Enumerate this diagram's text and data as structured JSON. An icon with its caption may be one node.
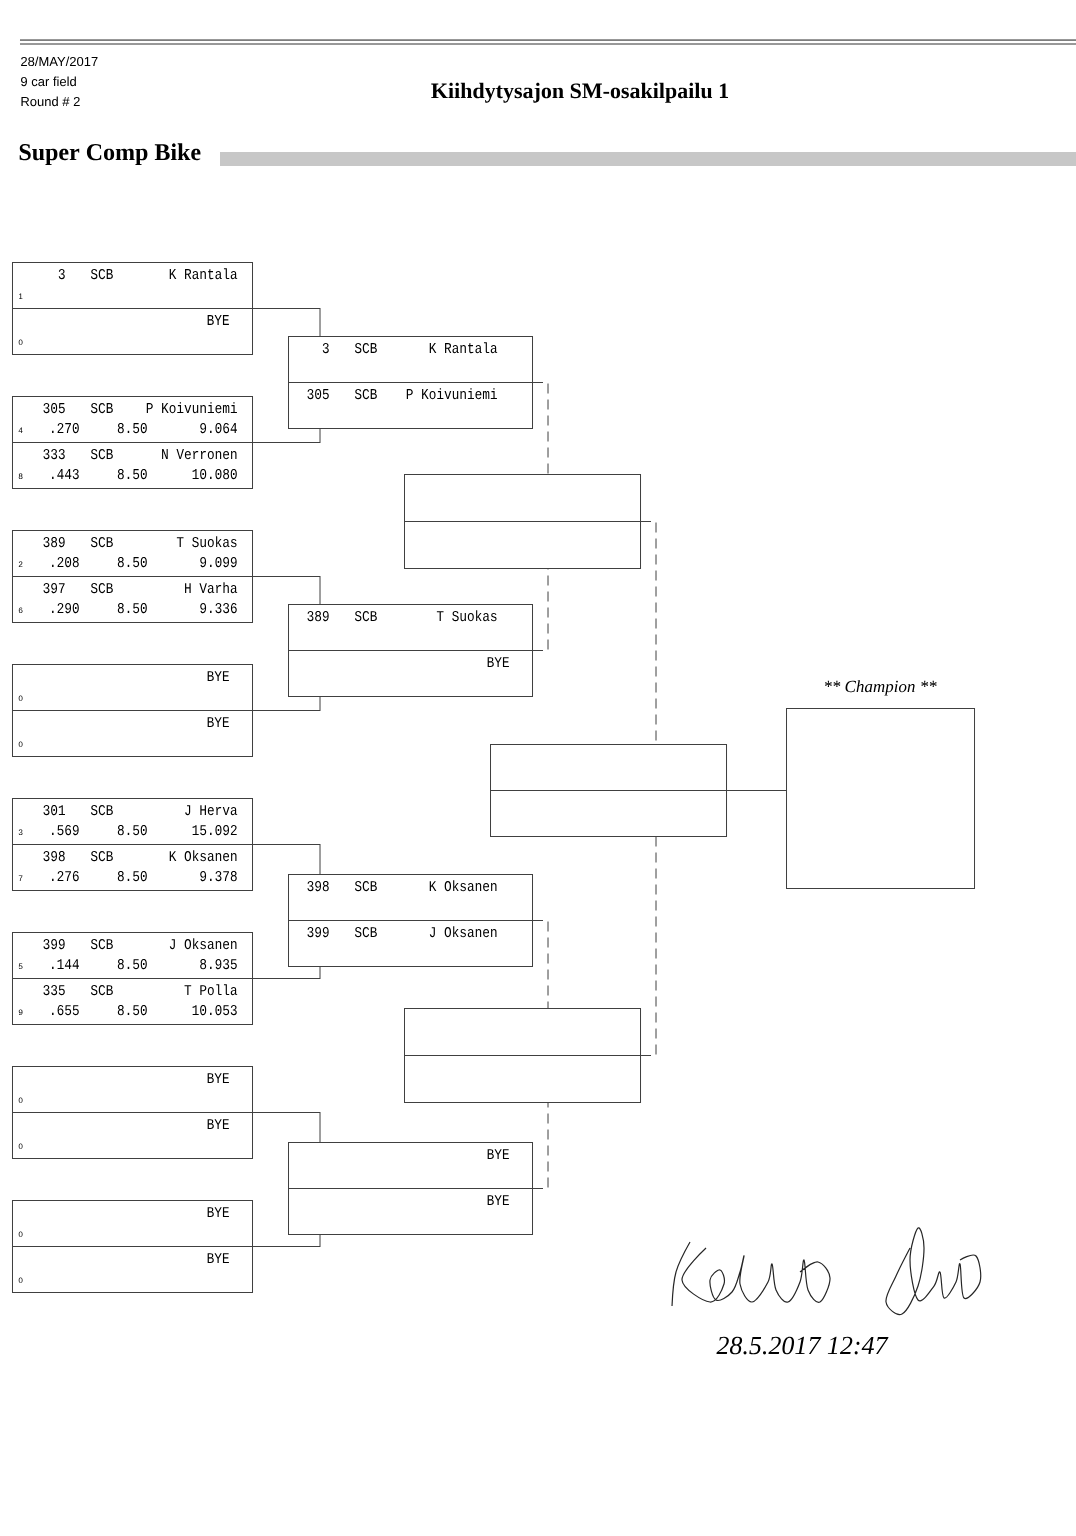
{
  "diagram": {
    "title": "Kiihdytysajon SM-osakilpailu 1",
    "nodes": [
      {
        "text": [],
        "shape": "box"
      },
      {
        "text": [
          "3",
          "SCB",
          "K Rantala",
          "1"
        ],
        "in": 0
      },
      {
        "text": [
          "BYE",
          "0"
        ],
        "in": 0
      },
      {
        "text": [],
        "shape": "box"
      },
      {
        "text": [
          "305",
          "SCB",
          "P Koivuniemi",
          "4",
          ".270",
          "8.50",
          "9.064"
        ],
        "in": 3
      },
      {
        "text": [
          "333",
          "SCB",
          "N Verronen",
          "8",
          ".443",
          "8.50",
          "10.080"
        ],
        "in": 3
      },
      {
        "text": [],
        "shape": "box"
      },
      {
        "text": [
          "389",
          "SCB",
          "T Suokas",
          "2",
          ".208",
          "8.50",
          "9.099"
        ],
        "in": 6
      },
      {
        "text": [
          "397",
          "SCB",
          "H Varha",
          "6",
          ".290",
          "8.50",
          "9.336"
        ],
        "in": 6
      },
      {
        "text": [],
        "shape": "box"
      },
      {
        "text": [
          "BYE",
          "0"
        ],
        "in": 9
      },
      {
        "text": [
          "BYE",
          "0"
        ],
        "in": 9
      },
      {
        "text": [],
        "shape": "box"
      },
      {
        "text": [
          "301",
          "SCB",
          "J Herva",
          "3",
          ".569",
          "8.50",
          "15.092"
        ],
        "in": 12
      },
      {
        "text": [
          "398",
          "SCB",
          "K Oksanen",
          "7",
          ".276",
          "8.50",
          "9.378"
        ],
        "in": 12
      },
      {
        "text": [],
        "shape": "box"
      },
      {
        "text": [
          "399",
          "SCB",
          "J Oksanen",
          "5",
          ".144",
          "8.50",
          "8.935"
        ],
        "in": 15
      },
      {
        "text": [
          "335",
          "SCB",
          "T Polla",
          "9",
          ".655",
          "8.50",
          "10.053"
        ],
        "in": 15
      },
      {
        "text": [],
        "shape": "box"
      },
      {
        "text": [
          "BYE",
          "0"
        ],
        "in": 18
      },
      {
        "text": [
          "BYE",
          "0"
        ],
        "in": 18
      },
      {
        "text": [],
        "shape": "box"
      },
      {
        "text": [
          "BYE",
          "0"
        ],
        "in": 21
      },
      {
        "text": [
          "BYE",
          "0"
        ],
        "in": 21
      },
      {
        "text": [],
        "shape": "box"
      },
      {
        "text": [
          "3",
          "SCB",
          "K Rantala"
        ],
        "in": 24
      },
      {
        "text": [
          "305",
          "SCB",
          "P Koivuniemi"
        ],
        "in": 24
      },
      {
        "text": [],
        "shape": "box"
      },
      {
        "text": [
          "389",
          "SCB",
          "T Suokas"
        ],
        "in": 27
      },
      {
        "text": [
          "BYE"
        ],
        "in": 27
      },
      {
        "text": [],
        "shape": "box"
      },
      {
        "text": [
          "398",
          "SCB",
          "K Oksanen"
        ],
        "in": 30
      },
      {
        "text": [
          "399",
          "SCB",
          "J Oksanen"
        ],
        "in": 30
      },
      {
        "text": [],
        "shape": "box"
      },
      {
        "text": [
          "BYE"
        ],
        "in": 33
      },
      {
        "text": [
          "BYE"
        ],
        "in": 33
      },
      {
        "text": [],
        "shape": "box"
      },
      {
        "text": [],
        "shape": "box",
        "in": 36
      },
      {
        "text": [],
        "shape": "box",
        "in": 36
      },
      {
        "text": [],
        "shape": "box"
      },
      {
        "text": [],
        "shape": "box",
        "in": 39
      },
      {
        "text": [],
        "shape": "box",
        "in": 39
      },
      {
        "text": [],
        "shape": "box"
      },
      {
        "text": [],
        "shape": "box",
        "in": 42
      },
      {
        "text": [],
        "shape": "box",
        "in": 42
      },
      {
        "text": [
          "** Champion **"
        ]
      }
    ],
    "edges": [
      {
        "from": 0,
        "to": 24,
        "arrow": "none"
      },
      {
        "from": 3,
        "to": 24,
        "arrow": "none"
      },
      {
        "from": 6,
        "to": 27,
        "arrow": "none"
      },
      {
        "from": 9,
        "to": 27,
        "arrow": "none"
      },
      {
        "from": 12,
        "to": 30,
        "arrow": "none"
      },
      {
        "from": 15,
        "to": 30,
        "arrow": "none"
      },
      {
        "from": 18,
        "to": 33,
        "arrow": "none"
      },
      {
        "from": 21,
        "to": 33,
        "arrow": "none"
      },
      {
        "from": 24,
        "to": 36,
        "arrow": "none",
        "style": "dashed"
      },
      {
        "from": 27,
        "to": 36,
        "arrow": "none",
        "style": "dashed"
      },
      {
        "from": 30,
        "to": 39,
        "arrow": "none",
        "style": "dashed"
      },
      {
        "from": 33,
        "to": 39,
        "arrow": "none",
        "style": "dashed"
      },
      {
        "from": 36,
        "to": 42,
        "arrow": "none",
        "style": "dashed"
      },
      {
        "from": 39,
        "to": 42,
        "arrow": "none",
        "style": "dashed"
      },
      {
        "from": 42,
        "to": 45,
        "arrow": "none"
      }
    ],
    "labels": [
      "28/MAY/2017",
      "9 car field",
      "Round # 2",
      "Super Comp Bike",
      "28.5.2017 12:47"
    ]
  }
}
